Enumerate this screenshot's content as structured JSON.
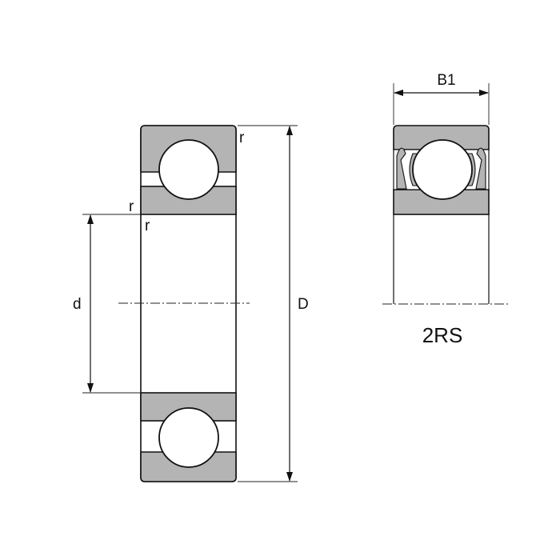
{
  "labels": {
    "r_top_right": "r",
    "r_left": "r",
    "r_inner": "r",
    "d": "d",
    "D": "D",
    "B1": "B1",
    "variant": "2RS"
  },
  "colors": {
    "ring_fill": "#b4b4b4",
    "line": "#111111"
  }
}
